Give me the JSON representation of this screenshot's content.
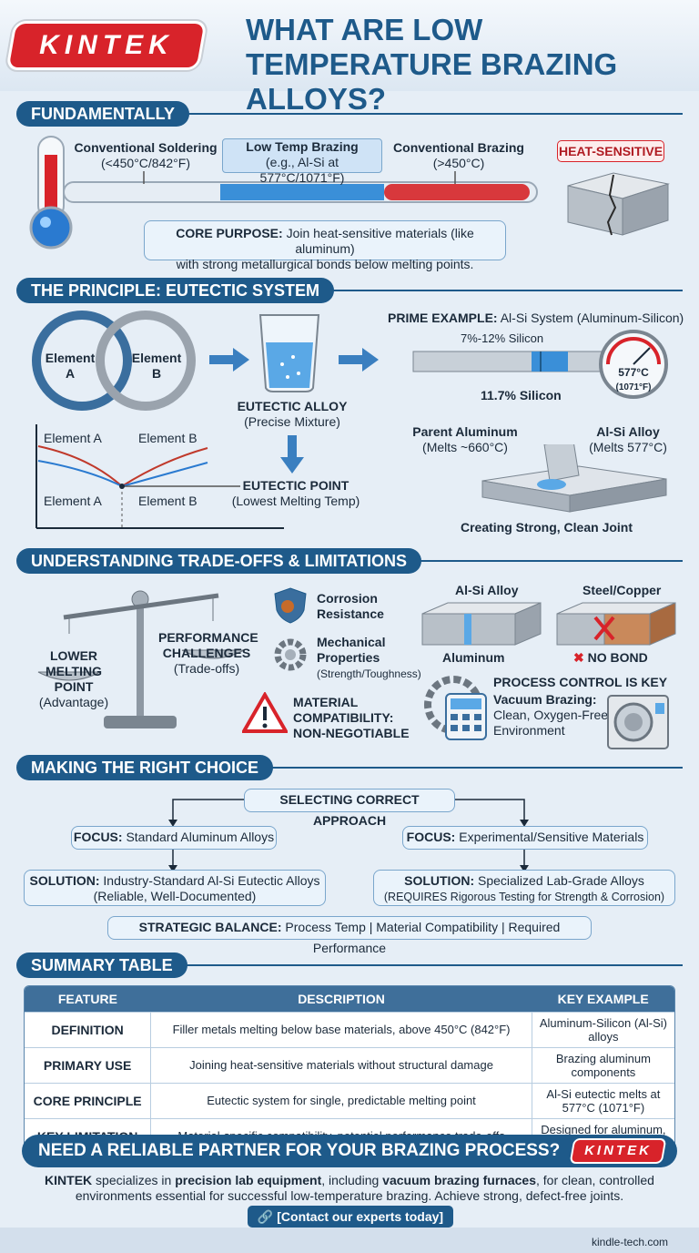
{
  "brand": {
    "logo": "KINTEK",
    "title": "WHAT ARE LOW TEMPERATURE BRAZING ALLOYS?"
  },
  "colors": {
    "primary": "#1e5a8a",
    "accent": "#d8232a",
    "blue": "#3a8fd8"
  },
  "fund": {
    "heading": "FUNDAMENTALLY",
    "soldering_label": "Conventional Soldering",
    "soldering_sub": "(<450°C/842°F)",
    "lowtemp_label": "Low Temp Brazing",
    "lowtemp_sub": "(e.g., Al-Si at 577°C/1071°F)",
    "brazing_label": "Conventional Brazing",
    "brazing_sub": "(>450°C)",
    "heat_badge": "HEAT-SENSITIVE",
    "core_label": "CORE PURPOSE:",
    "core_line1": "Join heat-sensitive materials (like aluminum)",
    "core_line2": "with strong metallurgical bonds below melting points."
  },
  "principle": {
    "heading": "THE PRINCIPLE: EUTECTIC SYSTEM",
    "elementA": "Element A",
    "elementB": "Element B",
    "A": "A",
    "B": "B",
    "element": "Element",
    "alloy_label": "EUTECTIC ALLOY",
    "alloy_sub": "(Precise Mixture)",
    "point_label": "EUTECTIC POINT",
    "point_sub": "(Lowest Melting Temp)",
    "prime_label": "PRIME EXAMPLE:",
    "prime_text": "Al-Si System (Aluminum-Silicon)",
    "si_range": "7%-12% Silicon",
    "si_exact": "11.7% Silicon",
    "gauge_c": "577°C",
    "gauge_f": "(1071°F)",
    "parent_label": "Parent Aluminum",
    "parent_sub": "(Melts ~660°C)",
    "alsi_label": "Al-Si Alloy",
    "alsi_sub": "(Melts 577°C)",
    "joint": "Creating Strong, Clean Joint"
  },
  "tradeoffs": {
    "heading": "UNDERSTANDING TRADE-OFFS & LIMITATIONS",
    "lower1": "LOWER",
    "lower2": "MELTING POINT",
    "lower3": "(Advantage)",
    "perf1": "PERFORMANCE",
    "perf2": "CHALLENGES",
    "perf3": "(Trade-offs)",
    "corrosion1": "Corrosion",
    "corrosion2": "Resistance",
    "mech1": "Mechanical",
    "mech2": "Properties",
    "mech3": "(Strength/Toughness)",
    "compat1": "MATERIAL",
    "compat2": "COMPATIBILITY:",
    "compat3": "NON-NEGOTIABLE",
    "alsi": "Al-Si Alloy",
    "aluminum": "Aluminum",
    "steel": "Steel/Copper",
    "nobond": "NO BOND",
    "process": "PROCESS CONTROL IS KEY",
    "vacuum": "Vacuum Brazing:",
    "vacuum2": "Clean, Oxygen-Free",
    "vacuum3": "Environment"
  },
  "choice": {
    "heading": "MAKING THE RIGHT CHOICE",
    "select": "SELECTING CORRECT APPROACH",
    "focus_label": "FOCUS:",
    "focus1": "Standard Aluminum Alloys",
    "focus2": "Experimental/Sensitive Materials",
    "solution_label": "SOLUTION:",
    "sol1a": "Industry-Standard Al-Si Eutectic Alloys",
    "sol1b": "(Reliable, Well-Documented)",
    "sol2a": "Specialized Lab-Grade Alloys",
    "sol2b": "(REQUIRES Rigorous Testing for Strength & Corrosion)",
    "balance_label": "STRATEGIC BALANCE:",
    "balance_text": "Process Temp | Material Compatibility | Required Performance"
  },
  "summary": {
    "heading": "SUMMARY TABLE",
    "cols": [
      "FEATURE",
      "DESCRIPTION",
      "KEY EXAMPLE"
    ],
    "rows": [
      [
        "DEFINITION",
        "Filler metals melting below base materials, above 450°C (842°F)",
        "Aluminum-Silicon (Al-Si) alloys"
      ],
      [
        "PRIMARY USE",
        "Joining heat-sensitive materials without structural damage",
        "Brazing aluminum components"
      ],
      [
        "CORE PRINCIPLE",
        "Eutectic system for single, predictable melting point",
        "Al-Si eutectic melts at 577°C (1071°F)"
      ],
      [
        "KEY LIMITATION",
        "Material-specific compatibility, potential performance trade-offs",
        "Designed for aluminum, not for steel or copper"
      ]
    ]
  },
  "cta": {
    "heading": "NEED A RELIABLE PARTNER FOR YOUR BRAZING PROCESS?",
    "logo": "KINTEK",
    "p1": "KINTEK",
    "p2": " specializes in ",
    "p3": "precision lab equipment",
    "p4": ", including ",
    "p5": "vacuum brazing furnaces",
    "p6": ", for clean, controlled",
    "p7": "environments essential for successful low-temperature brazing. Achieve strong, defect-free joints.",
    "button": "[Contact our experts today]",
    "site": "kindle-tech.com"
  }
}
